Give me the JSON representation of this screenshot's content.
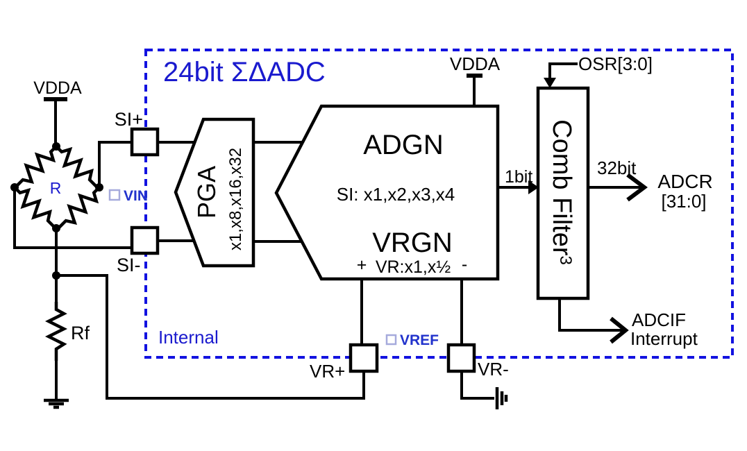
{
  "title": "24bit ΣΔADC",
  "region_label": "Internal",
  "colors": {
    "accent_blue": "#1a1ace",
    "dash_blue": "#1212e0",
    "line_black": "#000000",
    "pin_square_blue": "#a6aadc"
  },
  "labels": {
    "vdda_external": "VDDA",
    "vdda_internal": "VDDA",
    "bridge_r": "R",
    "rf": "Rf",
    "si_plus": "SI+",
    "si_minus": "SI-",
    "vr_plus": "VR+",
    "vr_minus": "VR-",
    "vin": "VIN",
    "vref": "VREF"
  },
  "blocks": {
    "pga": {
      "name": "PGA",
      "gains": "x1,x8,x16,x32"
    },
    "adgn": {
      "name": "ADGN",
      "gains": "SI: x1,x2,x3,x4"
    },
    "vrgn": {
      "name": "VRGN",
      "plus": "+",
      "range": "VR:x1,x½",
      "minus": "-"
    },
    "comb": {
      "name": "Comb Filter",
      "exponent": "3"
    }
  },
  "signals": {
    "osr": "OSR[3:0]",
    "one_bit": "1bit",
    "thirty_two_bit": "32bit",
    "adcr_line1": "ADCR",
    "adcr_line2": "[31:0]",
    "adcif_line1": "ADCIF",
    "adcif_line2": "Interrupt"
  }
}
